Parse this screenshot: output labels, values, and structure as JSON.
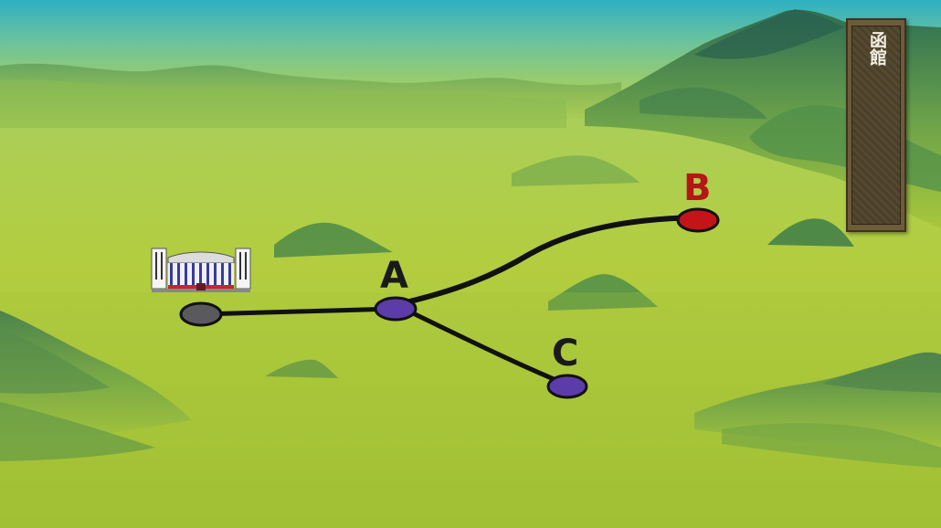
{
  "location": {
    "name": "函館"
  },
  "map": {
    "nodes": [
      {
        "id": "start",
        "label": "",
        "state": "current",
        "color": "#5a5a5e"
      },
      {
        "id": "A",
        "label": "A",
        "state": "route",
        "color": "#5c3ca8"
      },
      {
        "id": "B",
        "label": "B",
        "state": "target",
        "color": "#c4141a"
      },
      {
        "id": "C",
        "label": "C",
        "state": "route",
        "color": "#5c3ca8"
      }
    ],
    "label_colors": {
      "default": "#1a1a1a",
      "target": "#b51616"
    }
  },
  "colors": {
    "grass": "#a9c83c",
    "sky": "#3fb6c4",
    "hills": "#5d9c4b",
    "path": "#111111"
  }
}
